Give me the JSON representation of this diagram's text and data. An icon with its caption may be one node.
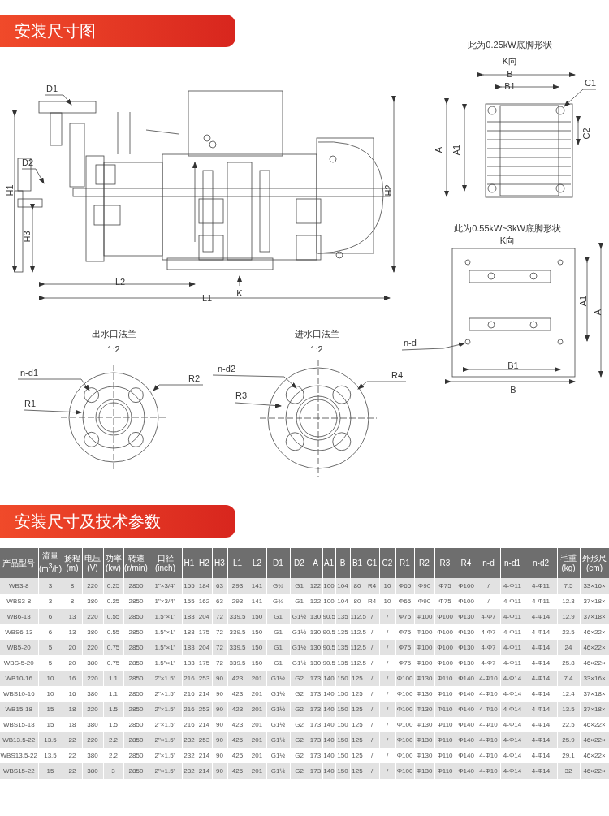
{
  "diagram": {
    "nodes": [
      {
        "text": [
          "D1"
        ]
      },
      {
        "text": [
          "D2"
        ]
      },
      {
        "text": [
          "C1"
        ]
      },
      {
        "text": [
          "n-d"
        ]
      },
      {
        "text": [
          "n-d1"
        ]
      },
      {
        "text": [
          "R1"
        ]
      },
      {
        "text": [
          "R2"
        ]
      },
      {
        "text": [
          "n-d2"
        ]
      },
      {
        "text": [
          "R3"
        ]
      },
      {
        "text": [
          "R4"
        ]
      }
    ],
    "edges": [
      {
        "from": 0,
        "to": null,
        "arrow": "to"
      },
      {
        "from": 1,
        "to": null,
        "arrow": "to"
      },
      {
        "from": 2,
        "to": null,
        "arrow": "to"
      },
      {
        "from": 3,
        "to": null,
        "arrow": "to"
      },
      {
        "from": 4,
        "to": null,
        "arrow": "to"
      },
      {
        "from": 5,
        "to": null,
        "arrow": "to"
      },
      {
        "from": 6,
        "to": null,
        "arrow": "to"
      },
      {
        "from": 7,
        "to": null,
        "arrow": "to"
      },
      {
        "from": 8,
        "to": null,
        "arrow": "to"
      },
      {
        "from": 9,
        "to": null,
        "arrow": "to"
      }
    ],
    "labels": [
      "安装尺寸图",
      "此为0.25kW底脚形状",
      "K向",
      "B",
      "B1",
      "C2",
      "A",
      "A1",
      "H1",
      "H2",
      "H3",
      "此为0.55kW~3kW底脚形状",
      "K向",
      "L2",
      "K",
      "L1",
      "A1",
      "A",
      "出水口法兰",
      "1:2",
      "进水口法兰",
      "1:2",
      "B1",
      "B",
      "安装尺寸及技术参数",
      "产品型号",
      "流量 (m$^{3}$/h)",
      "扬程 (m)",
      "电压 (V)",
      "功率 (kw)",
      "转速 (r/min)",
      "口径 (inch)",
      "H1",
      "H2",
      "H3",
      "L1",
      "L2",
      "D1",
      "D2",
      "A",
      "A1",
      "B",
      "B1",
      "C1",
      "C2",
      "R1",
      "R2",
      "R3",
      "R4",
      "n-d",
      "n-d1",
      "n-d2",
      "毛重 (kg)",
      "外形尺 (cm)",
      "WB3-8",
      "3",
      "8",
      "220",
      "0.25",
      "2850",
      "1\"×3/4\"",
      "155",
      "184",
      "63",
      "293",
      "141",
      "G¾",
      "G1",
      "122",
      "100",
      "104",
      "80",
      "R4",
      "10",
      "Φ65",
      "Φ90",
      "Φ75",
      "Φ100",
      "/",
      "4-Φ11",
      "4-Φ11",
      "7.5",
      "33×16×",
      "WBS3-8",
      "3",
      "8",
      "380",
      "0.25",
      "2850",
      "1\"×3/4\"",
      "155",
      "162",
      "63",
      "293",
      "141",
      "G¾",
      "G1",
      "122",
      "100",
      "104",
      "80",
      "R4",
      "10",
      "Φ65",
      "Φ90",
      "Φ75",
      "Φ100",
      "/",
      "4-Φ11",
      "4-Φ11",
      "12.3",
      "37×18×",
      "WB6-13",
      "6",
      "13",
      "220",
      "0.55",
      "2850",
      "1.5\"×1\"",
      "183",
      "204",
      "72",
      "339.5",
      "150",
      "G1",
      "G1½",
      "130",
      "90.5",
      "135",
      "112.5",
      "/",
      "/",
      "Φ75",
      "Φ100",
      "Φ100",
      "Φ130",
      "4-Φ7",
      "4-Φ11",
      "4-Φ14",
      "12.9",
      "37×18×",
      "WBS6-13",
      "6",
      "13",
      "380",
      "0.55",
      "2850",
      "1.5\"×1\"",
      "183",
      "175",
      "72",
      "339.5",
      "150",
      "G1",
      "G1½",
      "130",
      "90.5",
      "135",
      "112.5",
      "/",
      "/",
      "Φ75",
      "Φ100",
      "Φ100",
      "Φ130",
      "4-Φ7",
      "4-Φ11",
      "4-Φ14",
      "23.5",
      "46×22×",
      "WB5-20",
      "5",
      "20",
      "220",
      "0.75",
      "2850",
      "1.5\"×1\"",
      "183",
      "204",
      "72",
      "339.5",
      "150",
      "G1",
      "G1½",
      "130",
      "90.5",
      "135",
      "112.5",
      "/",
      "/",
      "Φ75",
      "Φ100",
      "Φ100",
      "Φ130",
      "4-Φ7",
      "4-Φ11",
      "4-Φ14",
      "24",
      "46×22×",
      "WBS-5-20",
      "5",
      "20",
      "380",
      "0.75",
      "2850",
      "1.5\"×1\"",
      "183",
      "175",
      "72",
      "339.5",
      "150",
      "G1",
      "G1½",
      "130",
      "90.5",
      "135",
      "112.5",
      "/",
      "/",
      "Φ75",
      "Φ100",
      "Φ100",
      "Φ130",
      "4-Φ7",
      "4-Φ11",
      "4-Φ14",
      "25.8",
      "46×22×",
      "WB10-16",
      "10",
      "16",
      "220",
      "1.1",
      "2850",
      "2\"×1.5\"",
      "216",
      "253",
      "90",
      "423",
      "201",
      "G1½",
      "G2",
      "173",
      "140",
      "150",
      "125",
      "/",
      "/",
      "Φ100",
      "Φ130",
      "Φ110",
      "Φ140",
      "4-Φ10",
      "4-Φ14",
      "4-Φ14",
      "7.4",
      "33×16×",
      "WBS10-16",
      "10",
      "16",
      "380",
      "1.1",
      "2850",
      "2\"×1.5\"",
      "216",
      "214",
      "90",
      "423",
      "201",
      "G1½",
      "G2",
      "173",
      "140",
      "150",
      "125",
      "/",
      "/",
      "Φ100",
      "Φ130",
      "Φ110",
      "Φ140",
      "4-Φ10",
      "4-Φ14",
      "4-Φ14",
      "12.4",
      "37×18×",
      "WB15-18",
      "15",
      "18",
      "220",
      "1.5",
      "2850",
      "2\"×1.5\"",
      "216",
      "253",
      "90",
      "423",
      "201",
      "G1½",
      "G2",
      "173",
      "140",
      "150",
      "125",
      "/",
      "/",
      "Φ100",
      "Φ130",
      "Φ110",
      "Φ140",
      "4-Φ10",
      "4-Φ14",
      "4-Φ14",
      "13.5",
      "37×18×",
      "WBS15-18",
      "15",
      "18",
      "380",
      "1.5",
      "2850",
      "2\"×1.5\"",
      "216",
      "214",
      "90",
      "423",
      "201",
      "G1½",
      "G2",
      "173",
      "140",
      "150",
      "125",
      "/",
      "/",
      "Φ100",
      "Φ130",
      "Φ110",
      "Φ140",
      "4-Φ10",
      "4-Φ14",
      "4-Φ14",
      "22.5",
      "46×22×",
      "WB13.5-22",
      "13.5",
      "22",
      "220",
      "2.2",
      "2850",
      "2\"×1.5\"",
      "232",
      "253",
      "90",
      "425",
      "201",
      "G1½",
      "G2",
      "173",
      "140",
      "150",
      "125",
      "/",
      "/",
      "Φ100",
      "Φ130",
      "Φ110",
      "Φ140",
      "4-Φ10",
      "4-Φ14",
      "4-Φ14",
      "25.9",
      "46×22×",
      "WBS13.5-22",
      "13.5",
      "22",
      "380",
      "2.2",
      "2850",
      "2\"×1.5\"",
      "232",
      "214",
      "90",
      "425",
      "201",
      "G1½",
      "G2",
      "173",
      "140",
      "150",
      "125",
      "/",
      "/",
      "Φ100",
      "Φ130",
      "Φ110",
      "Φ140",
      "4-Φ10",
      "4-Φ14",
      "4-Φ14",
      "29.1",
      "46×22×",
      "WBS15-22",
      "15",
      "22",
      "380",
      "3",
      "2850",
      "2\"×1.5\"",
      "232",
      "214",
      "90",
      "425",
      "201",
      "G1½",
      "G2",
      "173",
      "140",
      "150",
      "125",
      "/",
      "/",
      "Φ100",
      "Φ130",
      "Φ110",
      "Φ140",
      "4-Φ10",
      "4-Φ14",
      "4-Φ14",
      "32",
      "46×22×"
    ]
  }
}
